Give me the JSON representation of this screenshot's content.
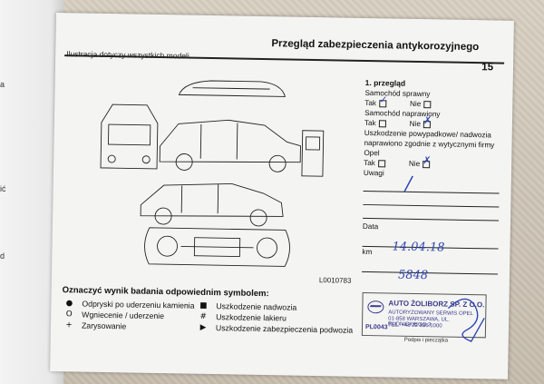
{
  "left_page": {
    "fragments": [
      "a",
      "ić",
      "d"
    ]
  },
  "page": {
    "title": "Przegląd zabezpieczenia antykorozyjnego",
    "number": "15",
    "caption": "Ilustracja dotyczy wszystkich modeli.",
    "drawing_code": "L0010783"
  },
  "form": {
    "heading": "1. przegląd",
    "q_sprawny": "Samochód sprawny",
    "q_naprawiony": "Samochód naprawiony",
    "q_uszkodzenie": "Uszkodzenie powypadkowe/ nadwozia naprawiono zgodnie z wytycznymi firmy Opel",
    "yes_label": "Tak",
    "no_label": "Nie",
    "uwagi_label": "Uwagi",
    "data_label": "Data",
    "km_label": "km",
    "data_value": "14.04.18",
    "km_value": "5848",
    "podpis_label": "Podpis i pieczątka"
  },
  "legend": {
    "title": "Oznaczyć wynik badania odpowiednim symbolem:",
    "left_items": [
      {
        "symbol": "●",
        "label": "Odpryski po uderzeniu kamienia"
      },
      {
        "symbol": "O",
        "label": "Wgniecenie / uderzenie"
      },
      {
        "symbol": "+",
        "label": "Zarysowanie"
      }
    ],
    "right_items": [
      {
        "symbol": "■",
        "label": "Uszkodzenie nadwozia"
      },
      {
        "symbol": "#",
        "label": "Uszkodzenie lakieru"
      },
      {
        "symbol": "▶",
        "label": "Uszkodzenie zabezpieczenia podwozia"
      }
    ]
  },
  "stamp": {
    "name": "AUTO ŻOLIBORZ SP. Z O.O.",
    "line2": "AUTORYZOWANY SERWIS OPEL",
    "line3": "01-858 WARSZAWA, UL. RUDNICKIEGO 3",
    "line4": "TEL. +48 22 336 1000",
    "code": "PL0043"
  },
  "colors": {
    "ink_blue": "#2f46b3",
    "paper": "#f4f4f3"
  }
}
